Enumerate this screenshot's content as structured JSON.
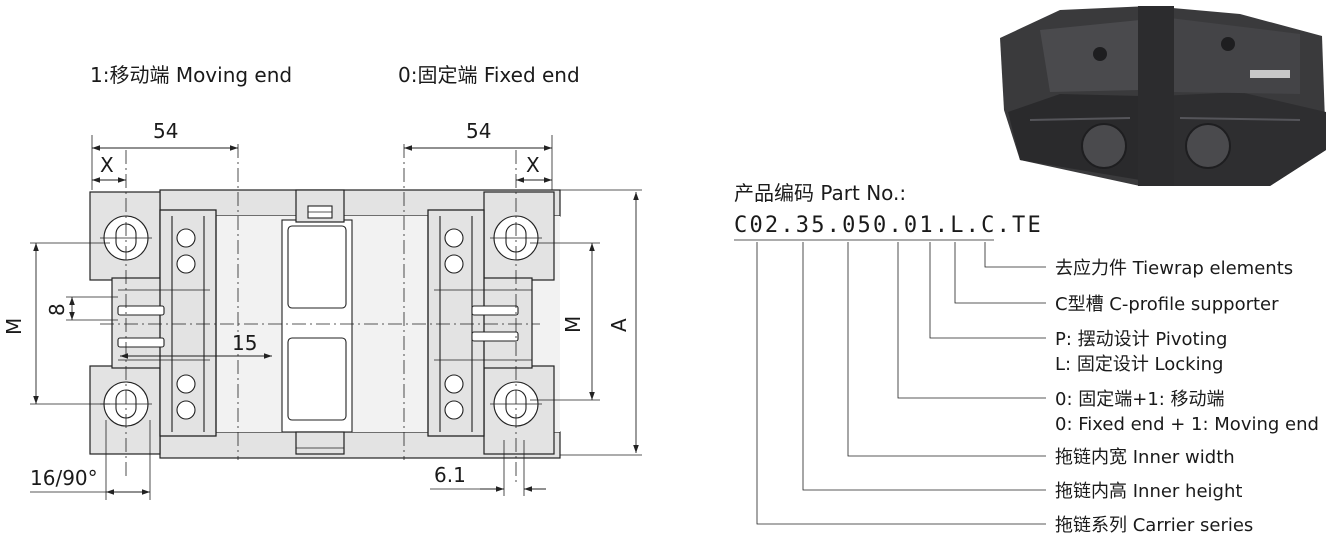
{
  "labels": {
    "moving_end": "1:移动端 Moving end",
    "fixed_end": "0:固定端 Fixed end"
  },
  "dimensions": {
    "width_left": "54",
    "width_right": "54",
    "x_left": "X",
    "x_right": "X",
    "m_left": "M",
    "m_right": "M",
    "eight": "8",
    "fifteen": "15",
    "a": "A",
    "angle": "16/90°",
    "six_one": "6.1"
  },
  "part_number": {
    "heading": "产品编码 Part No.:",
    "code": "C02.35.050.01.L.C.TE",
    "descriptions": [
      "去应力件 Tiewrap elements",
      "C型槽 C-profile supporter",
      "P: 摆动设计 Pivoting",
      "L: 固定设计 Locking",
      "0: 固定端+1: 移动端",
      "0: Fixed end + 1: Moving end",
      "拖链内宽 Inner width",
      "拖链内高 Inner height",
      "拖链系列 Carrier series"
    ]
  },
  "colors": {
    "part_fill": "#e3e3e3",
    "line": "#222222",
    "photo_body": "#3a3a3c"
  }
}
